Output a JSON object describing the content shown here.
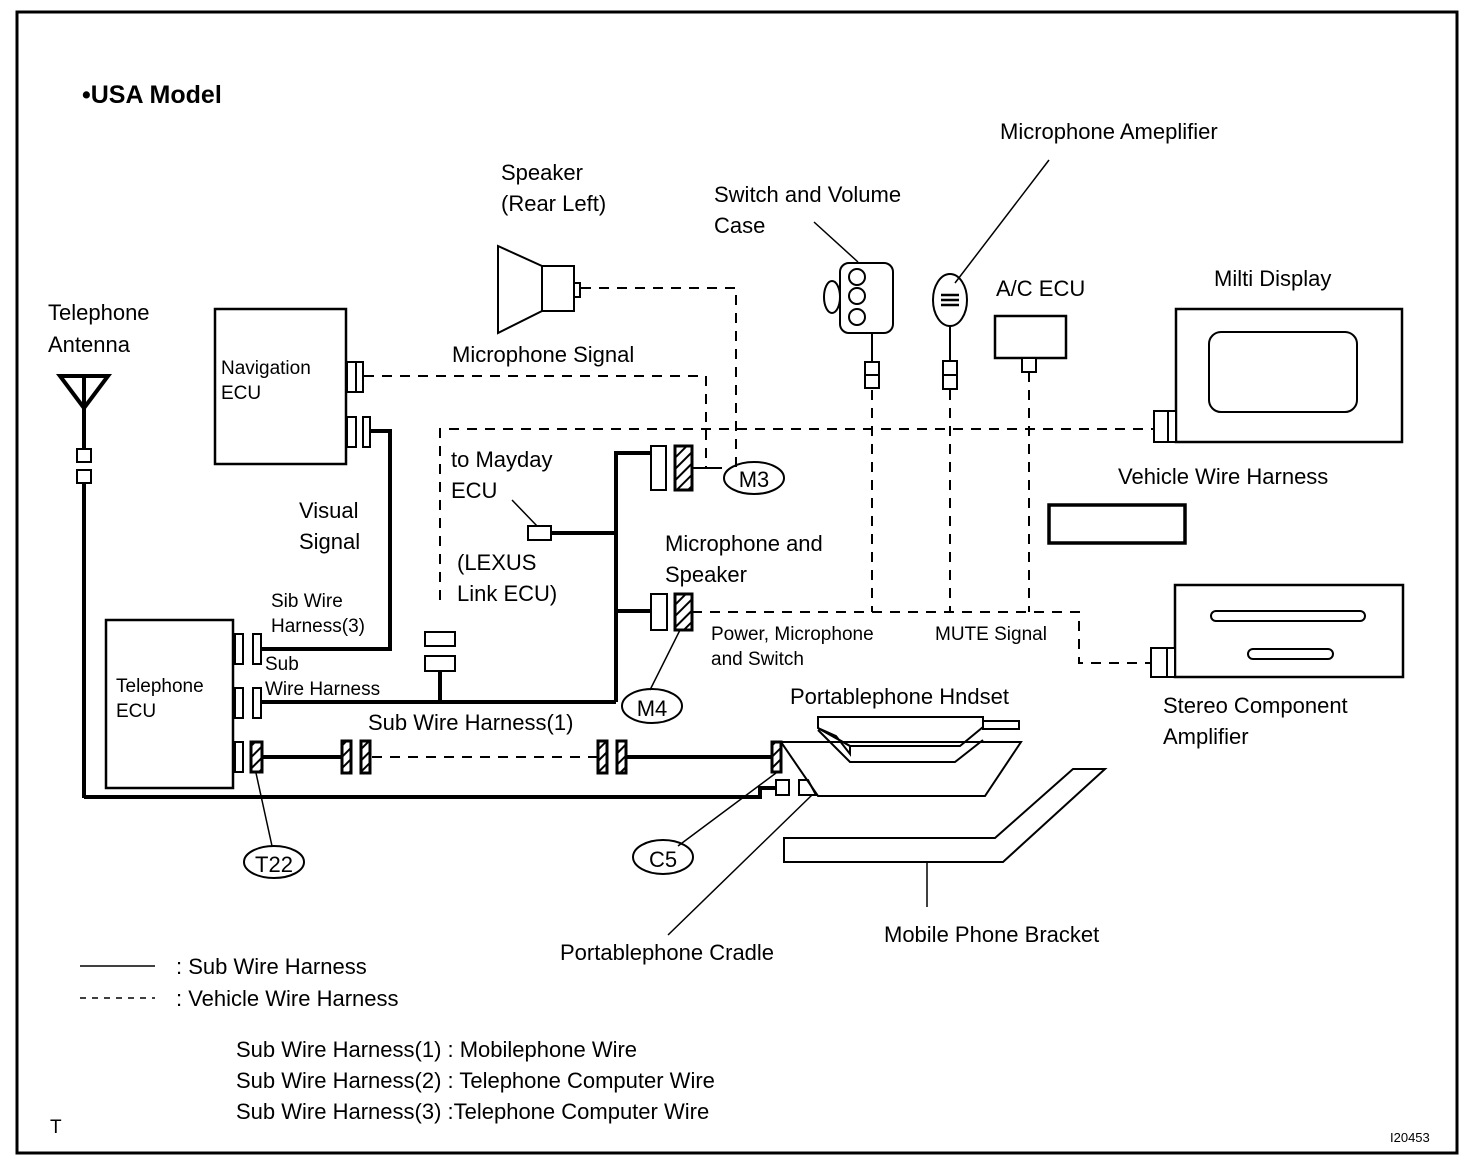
{
  "title": "•USA Model",
  "components": {
    "telephone_antenna": [
      "Telephone",
      "Antenna"
    ],
    "navigation_ecu": [
      "Navigation",
      "ECU"
    ],
    "speaker_rear_left": [
      "Speaker",
      "(Rear Left)"
    ],
    "switch_volume_case": [
      "Switch and Volume",
      "Case"
    ],
    "microphone_amplifier": "Microphone Ameplifier",
    "ac_ecu": "A/C ECU",
    "multi_display": "Milti Display",
    "vehicle_wire_harness": "Vehicle Wire Harness",
    "to_mayday_ecu": [
      "to Mayday",
      "ECU"
    ],
    "lexus_link_ecu": [
      "(LEXUS",
      "Link ECU)"
    ],
    "microphone_and_speaker": [
      "Microphone and",
      "Speaker"
    ],
    "telephone_ecu": [
      "Telephone",
      "ECU"
    ],
    "stereo_component_amplifier": [
      "Stereo Component",
      "Amplifier"
    ],
    "portablephone_handset": "Portablephone Hndset",
    "portablephone_cradle": "Portablephone Cradle",
    "mobile_phone_bracket": "Mobile Phone Bracket"
  },
  "signals": {
    "microphone_signal": "Microphone Signal",
    "visual_signal": [
      "Visual",
      "Signal"
    ],
    "sib_wire_harness_3": [
      "Sib Wire",
      "Harness(3)"
    ],
    "sub_wire_harness": [
      "Sub",
      "Wire Harness"
    ],
    "sub_wire_harness_1": "Sub Wire Harness(1)",
    "power_mic_switch": [
      "Power, Microphone",
      "and Switch"
    ],
    "mute_signal": "MUTE Signal"
  },
  "connectors": {
    "m3": "M3",
    "m4": "M4",
    "t22": "T22",
    "c5": "C5"
  },
  "legend": {
    "solid_label": ": Sub Wire Harness",
    "dashed_label": ": Vehicle Wire Harness",
    "notes": [
      "Sub Wire Harness(1) : Mobilephone Wire",
      "Sub Wire Harness(2) : Telephone Computer Wire",
      "Sub Wire Harness(3) :Telephone Computer Wire"
    ]
  },
  "footer": {
    "corner_mark": "T",
    "figure_id": "I20453"
  }
}
